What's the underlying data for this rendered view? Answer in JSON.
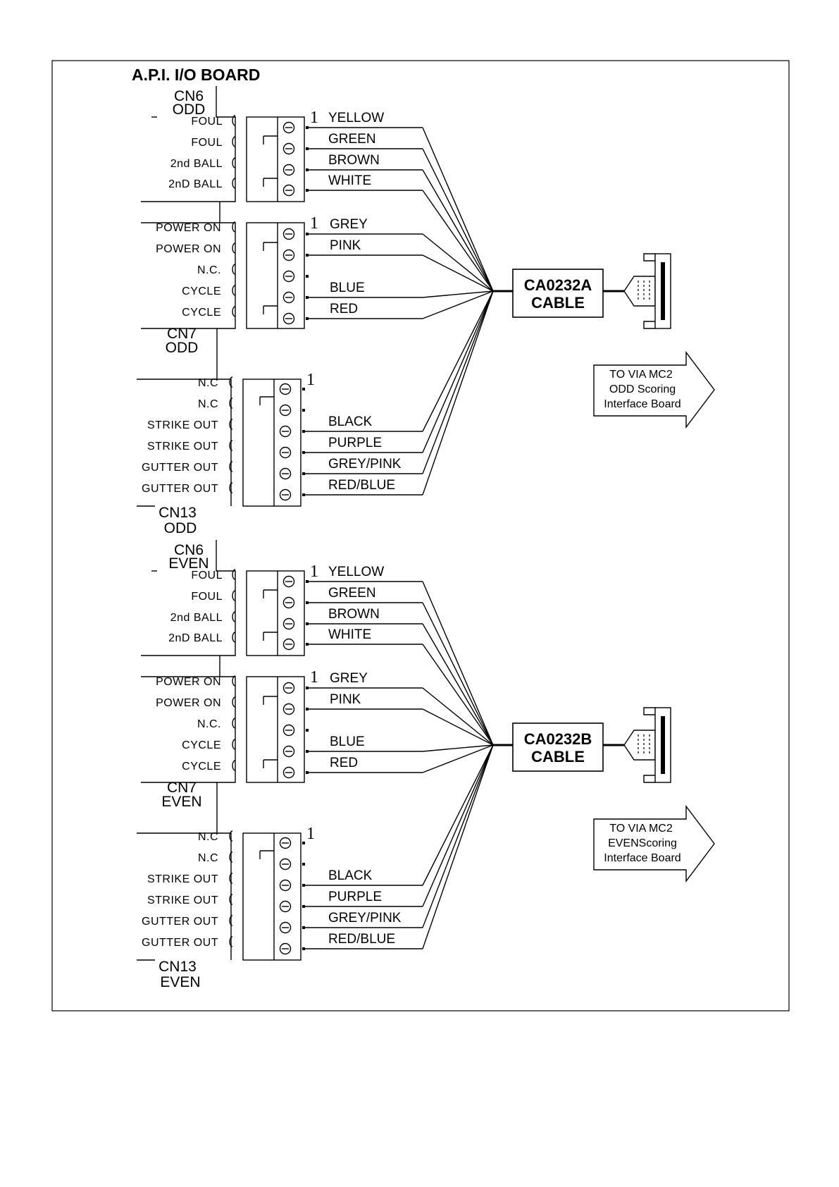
{
  "title": "A.P.I. I/O BOARD",
  "pin_one": "1",
  "groups": [
    {
      "cn6": {
        "name": "CN6",
        "parity": "ODD",
        "signals": [
          "FOUL",
          "FOUL",
          "2nd BALL",
          "2nD BALL"
        ],
        "wires": [
          "YELLOW",
          "GREEN",
          "BROWN",
          "WHITE"
        ]
      },
      "cn7": {
        "name": "CN7",
        "parity": "ODD",
        "signals": [
          "POWER ON",
          "POWER ON",
          "N.C.",
          "CYCLE",
          "CYCLE"
        ],
        "wires": [
          "GREY",
          "PINK",
          "",
          "BLUE",
          "RED"
        ]
      },
      "cn13": {
        "name": "CN13",
        "parity": "ODD",
        "signals": [
          "N.C",
          "N.C",
          "STRIKE OUT",
          "STRIKE OUT",
          "GUTTER OUT",
          "GUTTER OUT"
        ],
        "wires": [
          "",
          "",
          "BLACK",
          "PURPLE",
          "GREY/PINK",
          "RED/BLUE"
        ]
      },
      "cable": {
        "line1": "CA0232A",
        "line2": "CABLE"
      },
      "arrow": {
        "line1": "TO VIA MC2",
        "line2": "ODD Scoring",
        "line3": "Interface Board"
      }
    },
    {
      "cn6": {
        "name": "CN6",
        "parity": "EVEN",
        "signals": [
          "FOUL",
          "FOUL",
          "2nd BALL",
          "2nD BALL"
        ],
        "wires": [
          "YELLOW",
          "GREEN",
          "BROWN",
          "WHITE"
        ]
      },
      "cn7": {
        "name": "CN7",
        "parity": "EVEN",
        "signals": [
          "POWER ON",
          "POWER ON",
          "N.C.",
          "CYCLE",
          "CYCLE"
        ],
        "wires": [
          "GREY",
          "PINK",
          "",
          "BLUE",
          "RED"
        ]
      },
      "cn13": {
        "name": "CN13",
        "parity": "EVEN",
        "signals": [
          "N.C",
          "N.C",
          "STRIKE OUT",
          "STRIKE OUT",
          "GUTTER OUT",
          "GUTTER OUT"
        ],
        "wires": [
          "",
          "",
          "BLACK",
          "PURPLE",
          "GREY/PINK",
          "RED/BLUE"
        ]
      },
      "cable": {
        "line1": "CA0232B",
        "line2": "CABLE"
      },
      "arrow": {
        "line1": "TO VIA MC2",
        "line2": "EVENScoring",
        "line3": "Interface Board"
      }
    }
  ]
}
